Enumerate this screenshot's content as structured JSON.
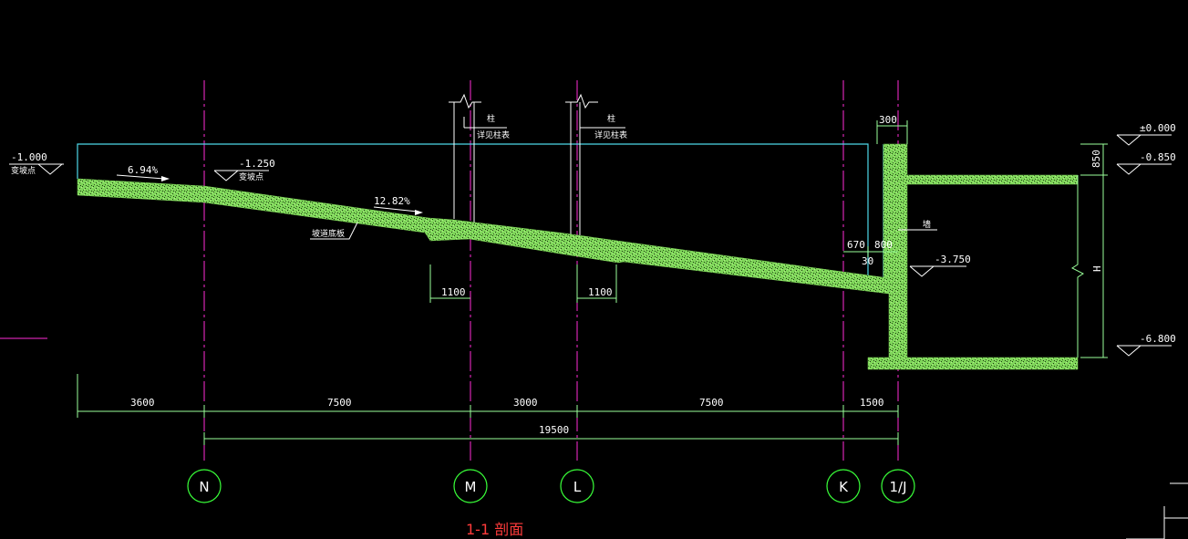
{
  "title": "1-1 剖面",
  "colors": {
    "background": "#000000",
    "concrete_fill": "#7fd65a",
    "axis_line": "#ff2bd6",
    "cyan_line": "#4ed8e8",
    "dim_line": "#9aff9a",
    "axis_circle": "#39ff39",
    "title": "#ff3b3b",
    "text": "#ffffff"
  },
  "axes": [
    {
      "id": "N",
      "label": "N"
    },
    {
      "id": "M",
      "label": "M"
    },
    {
      "id": "L",
      "label": "L"
    },
    {
      "id": "K",
      "label": "K"
    },
    {
      "id": "1J",
      "label": "1/J"
    }
  ],
  "dimensions": {
    "segments": [
      "3600",
      "7500",
      "3000",
      "7500",
      "1500"
    ],
    "total": "19500",
    "notch_left": "1100",
    "notch_right": "1100",
    "wall_top": "300",
    "dim_670": "670",
    "dim_800": "800",
    "dim_30": "30",
    "dim_850": "850",
    "height": "H"
  },
  "elevations": {
    "left": "-1.000",
    "left_note": "变坡点",
    "mid": "-1.250",
    "mid_note": "变坡点",
    "ramp_end": "-3.750",
    "top": "±0.000",
    "slab": "-0.850",
    "bottom": "-6.800"
  },
  "slopes": {
    "first": "6.94%",
    "second": "12.82%"
  },
  "notes": {
    "ramp_label": "坡道底板",
    "col1_top": "柱",
    "col1_bottom": "详见柱表",
    "col2_top": "柱",
    "col2_bottom": "详见柱表",
    "wall_label": "墙"
  }
}
